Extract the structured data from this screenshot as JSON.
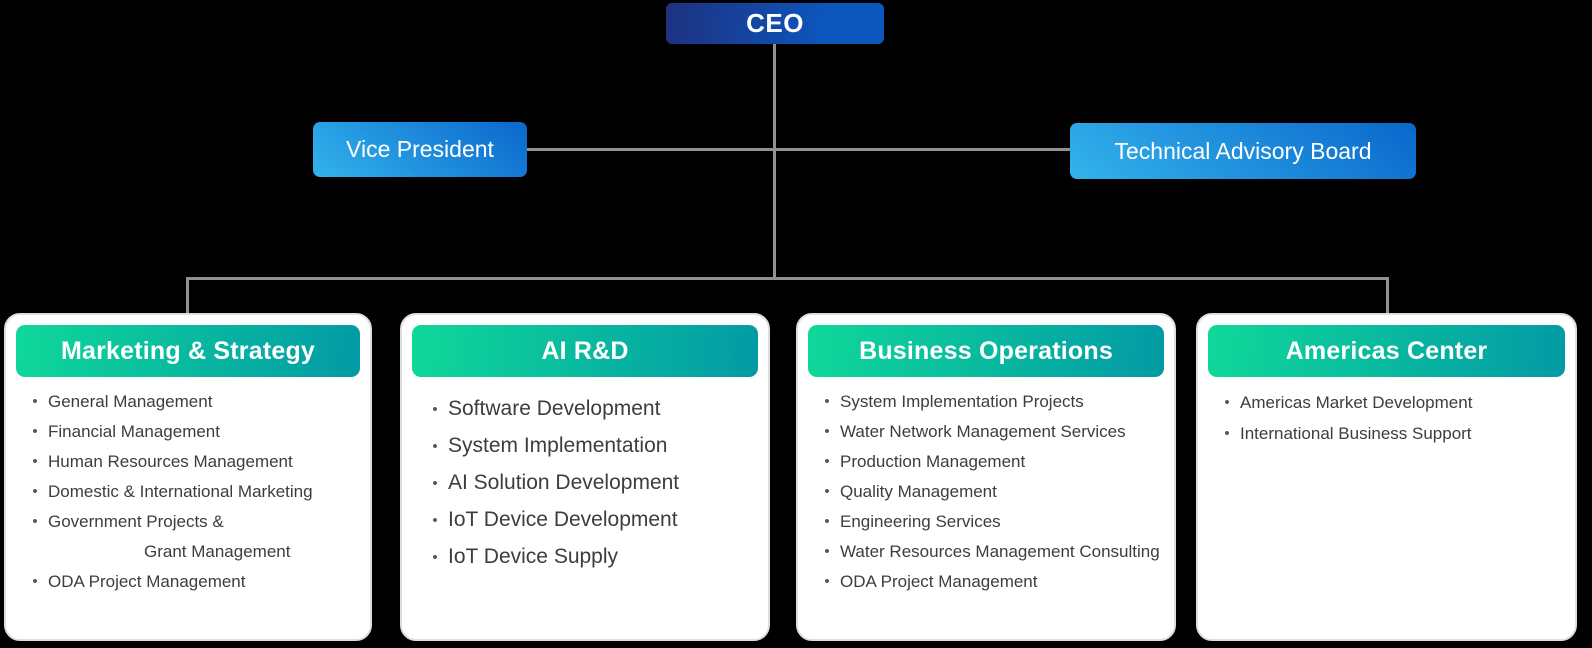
{
  "org_chart": {
    "bullet_glyph": "•",
    "top": {
      "label": "CEO"
    },
    "secondary": [
      {
        "label": "Vice President"
      },
      {
        "label": "Technical Advisory Board"
      }
    ],
    "departments": [
      {
        "title": "Marketing & Strategy",
        "items": [
          {
            "text": "General Management"
          },
          {
            "text": "Financial Management"
          },
          {
            "text": "Human Resources Management"
          },
          {
            "text": "Domestic & International Marketing"
          },
          {
            "text": "Government Projects &",
            "cont": "Grant Management"
          },
          {
            "text": "ODA Project Management"
          }
        ]
      },
      {
        "title": "AI R&D",
        "items": [
          {
            "text": "Software Development"
          },
          {
            "text": "System Implementation"
          },
          {
            "text": "AI Solution Development"
          },
          {
            "text": "IoT Device Development"
          },
          {
            "text": "IoT Device Supply"
          }
        ]
      },
      {
        "title": "Business Operations",
        "items": [
          {
            "text": "System Implementation Projects"
          },
          {
            "text": "Water Network Management Services"
          },
          {
            "text": "Production Management"
          },
          {
            "text": "Quality Management"
          },
          {
            "text": "Engineering Services"
          },
          {
            "text": "Water Resources Management Consulting"
          },
          {
            "text": "ODA Project Management"
          }
        ]
      },
      {
        "title": "Americas Center",
        "items": [
          {
            "text": "Americas Market Development"
          },
          {
            "text": "International Business Support"
          }
        ]
      }
    ],
    "colors": {
      "background": "#000000",
      "ceo_gradient": [
        "#1e3180",
        "#0b57be"
      ],
      "secondary_gradient": [
        "#33b3ec",
        "#0a67cc"
      ],
      "header_gradient": [
        "#0fd899",
        "#029aa5"
      ],
      "connector": "#919191",
      "card_background": "#ffffff",
      "item_text": "#3d3d3d",
      "bullet": "#575757"
    }
  }
}
